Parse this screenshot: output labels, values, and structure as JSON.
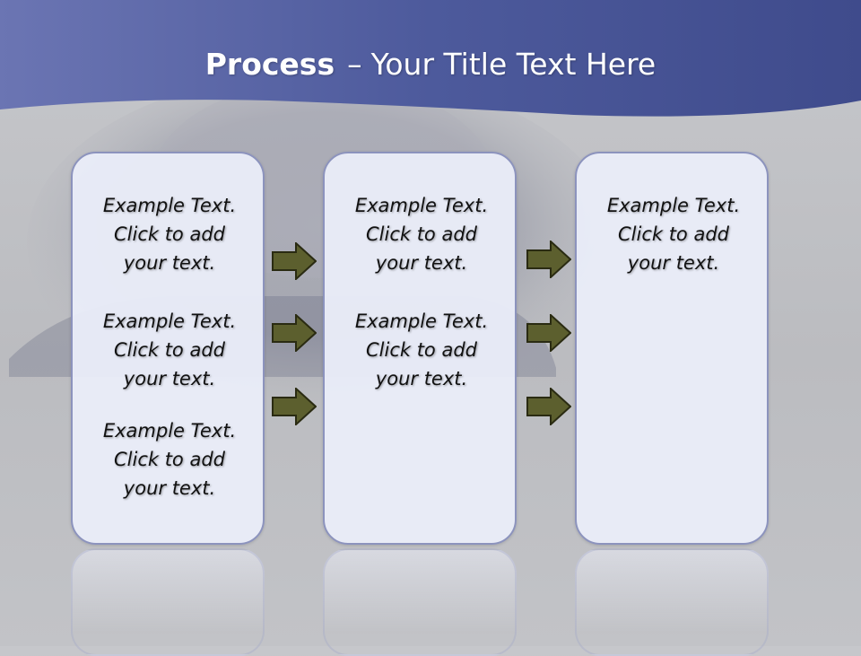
{
  "title": {
    "strong": "Process",
    "dash": "–",
    "rest": "Your Title Text Here"
  },
  "columns": [
    {
      "blocks": [
        {
          "l1": "Example Text.",
          "l2": "Click  to add",
          "l3": "your text."
        },
        {
          "l1": "Example Text.",
          "l2": "Click  to add",
          "l3": "your text."
        },
        {
          "l1": "Example Text.",
          "l2": "Click  to add",
          "l3": "your text."
        }
      ]
    },
    {
      "blocks": [
        {
          "l1": "Example Text.",
          "l2": "Click  to add",
          "l3": "your text."
        },
        {
          "l1": "Example Text.",
          "l2": "Click  to add",
          "l3": "your text."
        }
      ]
    },
    {
      "blocks": [
        {
          "l1": "Example Text.",
          "l2": "Click  to add",
          "l3": "your text."
        }
      ]
    }
  ],
  "colors": {
    "header_band": "#5b66a8",
    "panel_fill": "#e9ecf8",
    "panel_border": "#8c93bd",
    "arrow_fill": "#5c5f2e",
    "arrow_stroke": "#2a2b12",
    "text": "#111111"
  },
  "icons": {
    "arrow": "right-arrow-icon"
  }
}
